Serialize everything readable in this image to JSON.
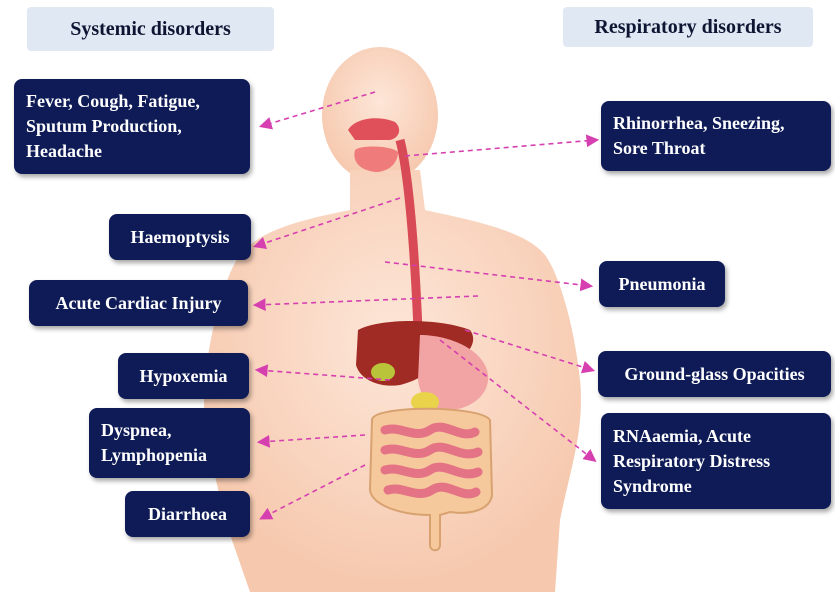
{
  "headers": {
    "left": "Systemic disorders",
    "right": "Respiratory disorders"
  },
  "systemic": [
    "Fever, Cough, Fatigue,\nSputum Production,\nHeadache",
    "Haemoptysis",
    "Acute Cardiac Injury",
    "Hypoxemia",
    "Dyspnea,\nLymphopenia",
    "Diarrhoea"
  ],
  "respiratory": [
    "Rhinorrhea, Sneezing,\nSore Throat",
    "Pneumonia",
    "Ground-glass Opacities",
    "RNAaemia, Acute\nRespiratory Distress\nSyndrome"
  ],
  "colors": {
    "box": "#0e1b56",
    "header": "#dfe8f3",
    "arrow": "#d63fb0",
    "skin": "#fbd9c6"
  }
}
